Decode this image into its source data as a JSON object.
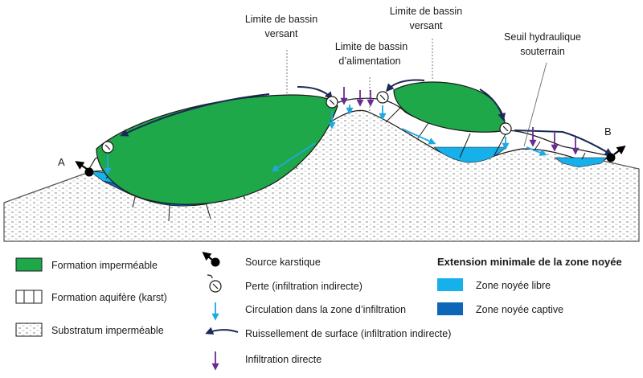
{
  "annotations": {
    "limite_bassin_versant_1": [
      "Limite de bassin",
      "versant"
    ],
    "limite_bassin_alimentation": [
      "Limite de bassin",
      "d’alimentation"
    ],
    "limite_bassin_versant_2": [
      "Limite de bassin",
      "versant"
    ],
    "seuil_hydraulique": [
      "Seuil hydraulique",
      "souterrain"
    ]
  },
  "points": {
    "a": "A",
    "b": "B"
  },
  "legend": {
    "formation_impermeable": "Formation imperméable",
    "formation_aquifere": "Formation aquifère (karst)",
    "substratum": "Substratum imperméable",
    "source": "Source karstique",
    "perte": "Perte (infiltration indirecte)",
    "circulation": "Circulation dans la zone d’infiltration",
    "ruissellement": "Ruissellement de surface (infiltration indirecte)",
    "infiltration": "Infiltration directe",
    "extension_title": "Extension minimale de la zone noyée",
    "zone_libre": "Zone noyée libre",
    "zone_captive": "Zone noyée captive"
  },
  "colors": {
    "green": "#1fa84a",
    "light_blue": "#16b0ea",
    "dark_blue": "#0d66b8",
    "purple": "#6b2c91",
    "navy": "#1b2a56",
    "circulation_arrow": "#1ea9e1"
  }
}
